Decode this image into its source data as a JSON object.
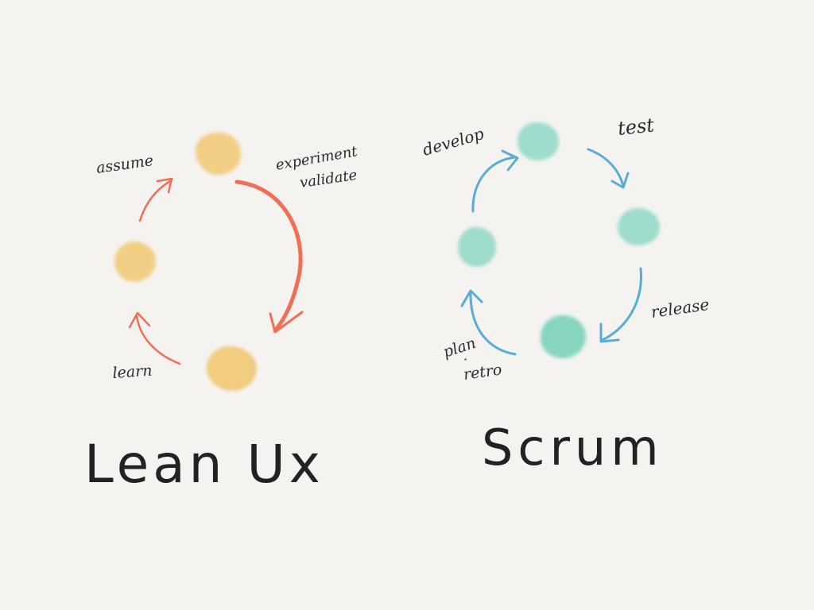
{
  "lean_ux": {
    "title": "Lean Ux",
    "labels": {
      "assume": "assume",
      "experiment": "experiment",
      "validate": "validate",
      "learn": "learn"
    },
    "colors": {
      "blob": "#f1c262",
      "arrow": "#f26e54"
    }
  },
  "scrum": {
    "title": "Scrum",
    "labels": {
      "develop": "develop",
      "test": "test",
      "release": "release",
      "plan": "plan",
      "plan_dot": "·",
      "retro": "retro"
    },
    "colors": {
      "blob": "#79d3bf",
      "arrow": "#5aacd4"
    }
  }
}
